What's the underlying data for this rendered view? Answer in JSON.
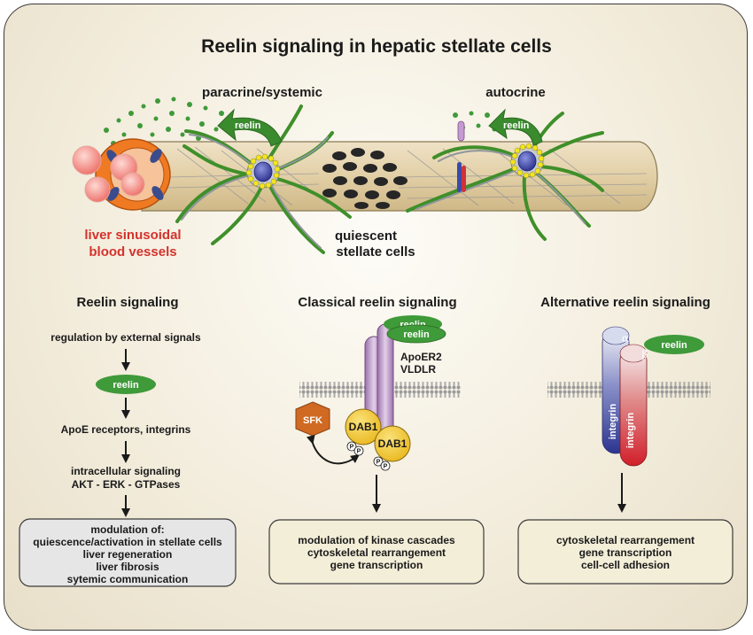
{
  "title": "Reelin signaling in hepatic stellate cells",
  "top": {
    "paracrine_label": "paracrine/systemic",
    "autocrine_label": "autocrine",
    "reelin_tag": "reelin",
    "vessels_label_line1": "liver sinusoidal",
    "vessels_label_line2": "blood vessels",
    "stellate_label_line1": "quiescent",
    "stellate_label_line2": "stellate cells"
  },
  "left_panel": {
    "heading": "Reelin signaling",
    "step1": "regulation by external signals",
    "reelin_pill": "reelin",
    "step2": "ApoE receptors, integrins",
    "step3_line1": "intracellular signaling",
    "step3_line2": "AKT - ERK - GTPases",
    "box_lines": [
      "modulation of:",
      "quiescence/activation in stellate cells",
      "liver regeneration",
      "liver fibrosis",
      "sytemic communication"
    ]
  },
  "middle_panel": {
    "heading": "Classical reelin signaling",
    "reelin1": "reelin",
    "reelin2": "reelin",
    "receptor_line1": "ApoER2",
    "receptor_line2": "VLDLR",
    "sfk": "SFK",
    "dab1_a": "DAB1",
    "dab1_b": "DAB1",
    "phospho": "P",
    "box_lines": [
      "modulation of kinase cascades",
      "cytoskeletal rearrangement",
      "gene transcription"
    ]
  },
  "right_panel": {
    "heading": "Alternative reelin signaling",
    "alpha": "α",
    "beta": "β",
    "reelin": "reelin",
    "integrin_a": "integrin",
    "integrin_b": "integrin",
    "box_lines": [
      "cytoskeletal rearrangement",
      "gene transcription",
      "cell-cell adhesion"
    ]
  },
  "colors": {
    "reelin_green": "#2e8b2e",
    "stellate_green": "#3f8f2a",
    "dab1_yellow": "#f2cf3a",
    "sfk_orange": "#d06a22",
    "receptor_purple": "#b48cc0",
    "vessel_red": "#d4322c",
    "box_fill": "#f3eed8",
    "left_box_fill": "#e6e6e6"
  }
}
